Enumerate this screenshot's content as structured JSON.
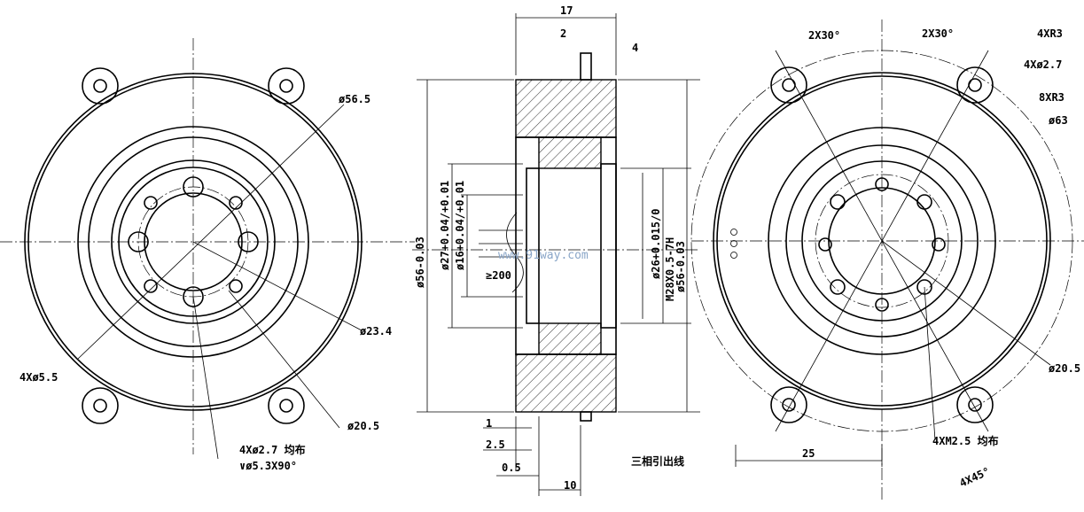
{
  "left_view": {
    "d56_5": "ø56.5",
    "d23_4": "ø23.4",
    "d20_5": "ø20.5",
    "holes_5_5": "4Xø5.5",
    "holes_2_7": "4Xø2.7 均布",
    "countersink": "∨ø5.3X90°"
  },
  "section_view": {
    "w17": "17",
    "w2": "2",
    "w4": "4",
    "d56": "ø56-0.03",
    "d27": "ø27+0.04/+0.01",
    "d16": "ø16+0.04/+0.01",
    "lead": "≥200",
    "d26": "ø26+0.015/0",
    "thread": "M28X0.5-7H",
    "d56b": "ø56-0.03",
    "w1": "1",
    "w2_5": "2.5",
    "w0_5": "0.5",
    "w10": "10",
    "wires": "三相引出线"
  },
  "right_view": {
    "a1": "2X30°",
    "a2": "2X30°",
    "r3": "4XR3",
    "d2_7": "4Xø2.7",
    "r3b": "8XR3",
    "d63": "ø63",
    "d20_5": "ø20.5",
    "m2_5": "4XM2.5 均布",
    "w25": "25",
    "a45": "4X45°"
  },
  "watermark": "www.91way.com"
}
